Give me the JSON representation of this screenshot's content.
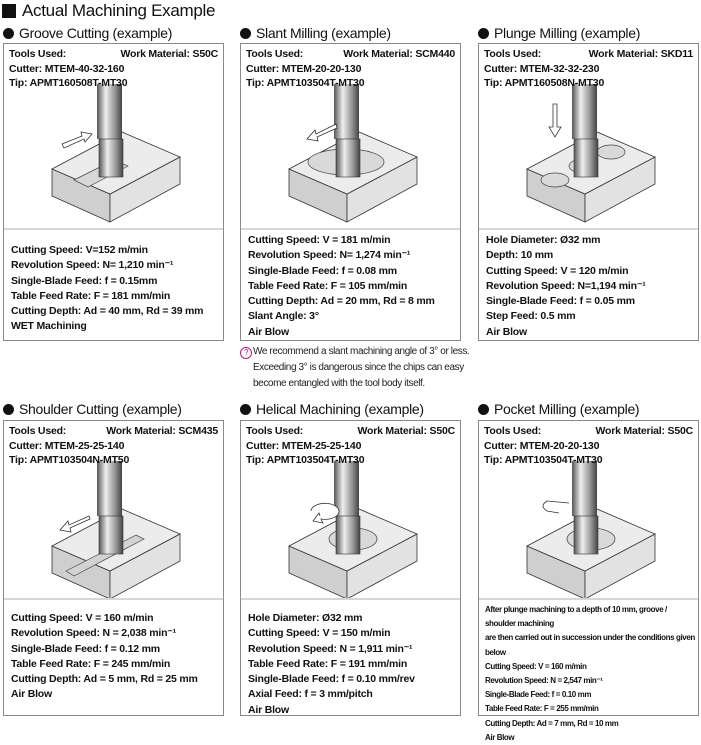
{
  "title": "Actual Machining Example",
  "note": {
    "icon": "tip-icon",
    "lines": [
      "We recommend a slant machining angle of 3° or less.",
      "Exceeding 3° is dangerous since the chips can easy",
      "become entangled with the tool body itself."
    ]
  },
  "examples": [
    {
      "heading": "Groove Cutting (example)",
      "tools_label": "Tools Used:",
      "material": "Work Material: S50C",
      "cutter": "Cutter: MTEM-40-32-160",
      "tip": "Tip: APMT160508T-MT30",
      "specs": [
        "Cutting Speed: V=152 m/min",
        "Revolution Speed: N= 1,210 min⁻¹",
        "Single-Blade Feed: f = 0.15mm",
        "Table Feed Rate: F = 181 mm/min",
        "Cutting Depth: Ad = 40 mm, Rd = 39 mm",
        "WET Machining"
      ]
    },
    {
      "heading": "Slant Milling (example)",
      "tools_label": "Tools Used:",
      "material": "Work Material: SCM440",
      "cutter": "Cutter: MTEM-20-20-130",
      "tip": "Tip: APMT103504T-MT30",
      "specs": [
        "Cutting Speed: V = 181 m/min",
        "Revolution Speed: N= 1,274 min⁻¹",
        "Single-Blade Feed: f = 0.08 mm",
        "Table Feed Rate: F = 105 mm/min",
        "Cutting Depth: Ad = 20 mm, Rd = 8 mm",
        "Slant Angle: 3°",
        "Air Blow"
      ]
    },
    {
      "heading": "Plunge Milling (example)",
      "tools_label": "Tools Used:",
      "material": "Work Material: SKD11",
      "cutter": "Cutter: MTEM-32-32-230",
      "tip": "Tip: APMT160508N-MT30",
      "specs": [
        "Hole Diameter: Ø32 mm",
        "Depth: 10 mm",
        "Cutting Speed: V = 120 m/min",
        "Revolution Speed: N=1,194 min⁻¹",
        "Single-Blade Feed: f = 0.05 mm",
        "Step Feed: 0.5 mm",
        "Air Blow"
      ]
    },
    {
      "heading": "Shoulder Cutting (example)",
      "tools_label": "Tools Used:",
      "material": "Work Material: SCM435",
      "cutter": "Cutter: MTEM-25-25-140",
      "tip": "Tip: APMT103504N-MT50",
      "specs": [
        "Cutting Speed: V = 160 m/min",
        "Revolution Speed: N = 2,038 min⁻¹",
        "Single-Blade Feed: f = 0.12 mm",
        "Table Feed Rate: F = 245 mm/min",
        "Cutting Depth: Ad = 5 mm, Rd = 25 mm",
        "Air Blow"
      ]
    },
    {
      "heading": "Helical Machining (example)",
      "tools_label": "Tools Used:",
      "material": "Work Material: S50C",
      "cutter": "Cutter: MTEM-25-25-140",
      "tip": "Tip: APMT103504T-MT30",
      "specs": [
        "Hole Diameter: Ø32 mm",
        "Cutting Speed: V = 150 m/min",
        "Revolution Speed: N = 1,911 min⁻¹",
        "Table Feed Rate: F = 191 mm/min",
        "Single-Blade Feed: f = 0.10 mm/rev",
        "Axial Feed: f = 3 mm/pitch",
        "Air Blow"
      ]
    },
    {
      "heading": "Pocket Milling (example)",
      "tools_label": "Tools Used:",
      "material": "Work Material: S50C",
      "cutter": "Cutter: MTEM-20-20-130",
      "tip": "Tip: APMT103504T-MT30",
      "specs": [
        "After plunge machining to a depth of 10 mm, groove / shoulder machining",
        "are then carried out in succession under the conditions given below",
        "Cutting Speed: V = 160 m/min",
        "Revolution Speed: N = 2,547 min⁻¹",
        "Single-Blade Feed: f = 0.10 mm",
        "Table Feed Rate: F = 255 mm/min",
        "Cutting Depth: Ad = 7 mm, Rd = 10 mm",
        "Air Blow"
      ]
    }
  ]
}
